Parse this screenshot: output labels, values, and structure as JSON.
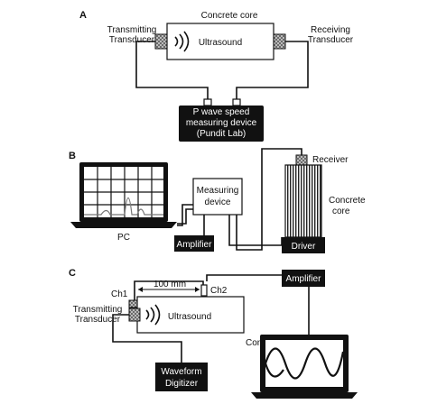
{
  "panels": {
    "a": {
      "letter": "A",
      "core_label": "Concrete core",
      "left_label_1": "Transmitting",
      "left_label_2": "Transducer",
      "right_label_1": "Receiving",
      "right_label_2": "Transducer",
      "center_label": "Ultrasound",
      "device_line_1": "P wave speed",
      "device_line_2": "measuring device",
      "device_line_3": "(Pundit Lab)"
    },
    "b": {
      "letter": "B",
      "pc_label": "PC",
      "device_line_1": "Measuring",
      "device_line_2": "device",
      "amplifier_label": "Amplifier",
      "driver_label": "Driver",
      "receiver_label": "Receiver",
      "core_line_1": "Concrete",
      "core_line_2": "core"
    },
    "c": {
      "letter": "C",
      "distance_label": "100 mm",
      "ch1_label": "Ch1",
      "ch2_label": "Ch2",
      "amplifier_label": "Amplifier",
      "left_label_1": "Transmitting",
      "left_label_2": "Transducer",
      "center_label": "Ultrasound",
      "core_label": "Concrete core",
      "digitizer_line_1": "Waveform",
      "digitizer_line_2": "Digitizer"
    }
  }
}
